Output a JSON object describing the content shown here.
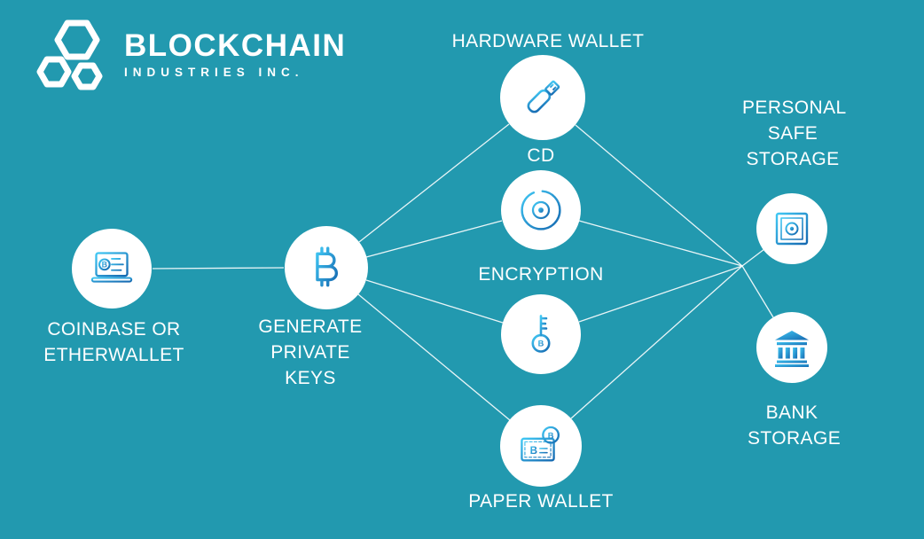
{
  "colors": {
    "background": "#2299AF",
    "circle_fill": "#FFFFFF",
    "line": "#FFFFFF",
    "icon_gradient_start": "#41C8F4",
    "icon_gradient_end": "#1568B0",
    "text": "#FFFFFF"
  },
  "logo": {
    "icon": "hexagon-cluster-icon",
    "title": "BLOCKCHAIN",
    "subtitle": "INDUSTRIES INC."
  },
  "icons": {
    "bitcoin_glyph": "B"
  },
  "nodes": {
    "coinbase": {
      "label": "COINBASE OR ETHERWALLET",
      "icon": "laptop-wallet-icon"
    },
    "generate": {
      "label": "GENERATE PRIVATE KEYS",
      "icon": "bitcoin-icon"
    },
    "hardware": {
      "label": "HARDWARE WALLET",
      "icon": "usb-drive-icon"
    },
    "cd": {
      "label": "CD",
      "icon": "cd-disc-icon"
    },
    "encryption": {
      "label": "ENCRYPTION",
      "icon": "key-icon"
    },
    "paper": {
      "label": "PAPER WALLET",
      "icon": "paper-wallet-icon"
    },
    "safe": {
      "label": "PERSONAL SAFE STORAGE",
      "icon": "safe-icon"
    },
    "bank": {
      "label": "BANK STORAGE",
      "icon": "bank-icon"
    }
  },
  "connections": [
    [
      "coinbase",
      "generate"
    ],
    [
      "generate",
      "hardware"
    ],
    [
      "generate",
      "cd"
    ],
    [
      "generate",
      "encryption"
    ],
    [
      "generate",
      "paper"
    ],
    [
      "hardware",
      "storage-junction"
    ],
    [
      "cd",
      "storage-junction"
    ],
    [
      "encryption",
      "storage-junction"
    ],
    [
      "paper",
      "storage-junction"
    ],
    [
      "storage-junction",
      "safe"
    ],
    [
      "storage-junction",
      "bank"
    ]
  ]
}
